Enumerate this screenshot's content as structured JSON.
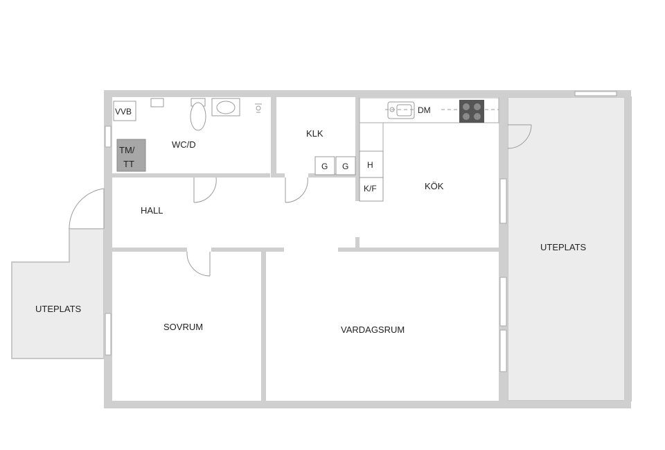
{
  "floorplan": {
    "rooms": {
      "wcd": "WC/D",
      "klk": "KLK",
      "kok": "KÖK",
      "hall": "HALL",
      "sovrum": "SOVRUM",
      "vardagsrum": "VARDAGSRUM",
      "uteplats_right": "UTEPLATS",
      "uteplats_left": "UTEPLATS"
    },
    "fixtures": {
      "vvb": "VVB",
      "tm_line1": "TM/",
      "tm_line2": "TT",
      "dm": "DM",
      "g1": "G",
      "g2": "G",
      "h": "H",
      "kf": "K/F"
    },
    "colors": {
      "wall": "#cfcfcf",
      "patio": "#ececec",
      "appliance_dark": "#8a8a8a",
      "stove": "#555555"
    }
  }
}
